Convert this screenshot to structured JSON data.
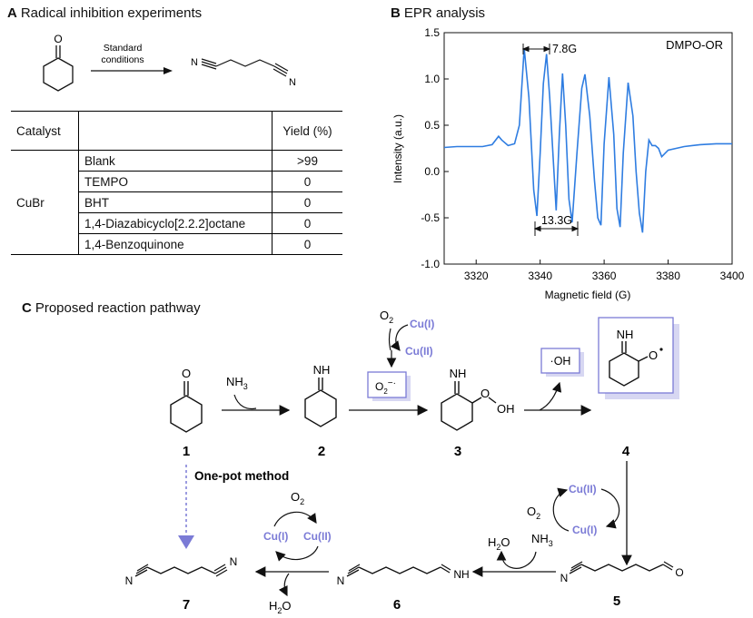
{
  "panelA": {
    "letter": "A",
    "title": "Radical inhibition experiments",
    "ketone_atom": "O",
    "arrow_top": "Standard",
    "arrow_bottom": "conditions",
    "product_atom_left": "N",
    "product_atom_right": "N",
    "table": {
      "headers": [
        "Catalyst",
        "",
        "Yield (%)"
      ],
      "catalyst": "CuBr",
      "rows": [
        {
          "additive": "Blank",
          "yield": ">99"
        },
        {
          "additive": "TEMPO",
          "yield": "0"
        },
        {
          "additive": "BHT",
          "yield": "0"
        },
        {
          "additive": "1,4-Diazabicyclo[2.2.2]octane",
          "yield": "0"
        },
        {
          "additive": "1,4-Benzoquinone",
          "yield": "0"
        }
      ]
    }
  },
  "panelB": {
    "letter": "B",
    "title": "EPR analysis",
    "annotation_top": "7.8G",
    "annotation_bottom": "13.3G",
    "chart_data": {
      "type": "line",
      "title": "",
      "xlabel": "Magnetic field (G)",
      "ylabel": "Intensity (a.u.)",
      "xlim": [
        3310,
        3400
      ],
      "ylim": [
        -1.0,
        1.5
      ],
      "xticks": [
        "3320",
        "3340",
        "3360",
        "3380",
        "3400"
      ],
      "yticks": [
        "-1.0",
        "-0.5",
        "0.0",
        "0.5",
        "1.0",
        "1.5"
      ],
      "legend": "top-right",
      "series": [
        {
          "name": "DMPO-OR",
          "color": "#2f7de1",
          "x": [
            3310,
            3314,
            3318,
            3322,
            3325,
            3327,
            3328,
            3330,
            3332,
            3333.5,
            3335,
            3336.5,
            3338,
            3339,
            3340,
            3341,
            3342,
            3343,
            3345,
            3346,
            3347,
            3348,
            3349,
            3350,
            3351.5,
            3353,
            3354,
            3355.5,
            3357,
            3358,
            3359,
            3360,
            3361.5,
            3363,
            3364,
            3365,
            3366,
            3367.5,
            3369,
            3370,
            3371,
            3372,
            3373,
            3374,
            3375,
            3376,
            3377,
            3378,
            3380,
            3385,
            3390,
            3395,
            3400
          ],
          "y": [
            0.26,
            0.27,
            0.27,
            0.27,
            0.29,
            0.38,
            0.34,
            0.28,
            0.3,
            0.5,
            1.33,
            0.8,
            -0.2,
            -0.48,
            0.2,
            0.95,
            1.27,
            0.8,
            -0.42,
            0.4,
            1.06,
            0.5,
            -0.3,
            -0.55,
            0.2,
            0.9,
            1.05,
            0.6,
            -0.1,
            -0.5,
            -0.58,
            0.3,
            1.02,
            0.4,
            -0.4,
            -0.6,
            0.2,
            0.96,
            0.6,
            0.0,
            -0.45,
            -0.66,
            0.0,
            0.34,
            0.28,
            0.28,
            0.25,
            0.16,
            0.23,
            0.27,
            0.29,
            0.3,
            0.3
          ]
        }
      ]
    }
  },
  "panelC": {
    "letter": "C",
    "title": "Proposed reaction pathway",
    "reagents": {
      "nh3": "NH",
      "nh3_sub": "3",
      "o2_top": "O",
      "o2_top_sub": "2",
      "cu1": "Cu(I)",
      "cu2": "Cu(II)",
      "superoxide": "O",
      "superoxide_sup": "2",
      "superoxide_tail": "−·",
      "hydroxyl": "·OH",
      "cycle_right_cu2": "Cu(II)",
      "cycle_right_cu1": "Cu(I)",
      "cycle_right_o2": "O",
      "cycle_right_o2_sub": "2",
      "water_label": "H",
      "water_sub": "2",
      "water_tail": "O",
      "nh3b": "NH",
      "nh3b_sub": "3",
      "cycle_left_o2": "O",
      "cycle_left_o2_sub": "2",
      "cycle_left_cu1": "Cu(I)",
      "cycle_left_cu2": "Cu(II)",
      "water2_label": "H",
      "water2_sub": "2",
      "water2_tail": "O",
      "one_pot": "One-pot method"
    },
    "atoms": {
      "c1_o": "O",
      "c2_nh": "NH",
      "c3_nh": "NH",
      "c3_o1": "O",
      "c3_o2": "O",
      "c3_h": "H",
      "c4_nh": "NH",
      "c4_o": "O",
      "c5_n": "N",
      "c5_o": "O",
      "c6_n": "N",
      "c6_nh": "NH",
      "c7_n1": "N",
      "c7_n2": "N"
    },
    "compounds": [
      "1",
      "2",
      "3",
      "4",
      "5",
      "6",
      "7"
    ],
    "accent": "#7b7bd6"
  }
}
